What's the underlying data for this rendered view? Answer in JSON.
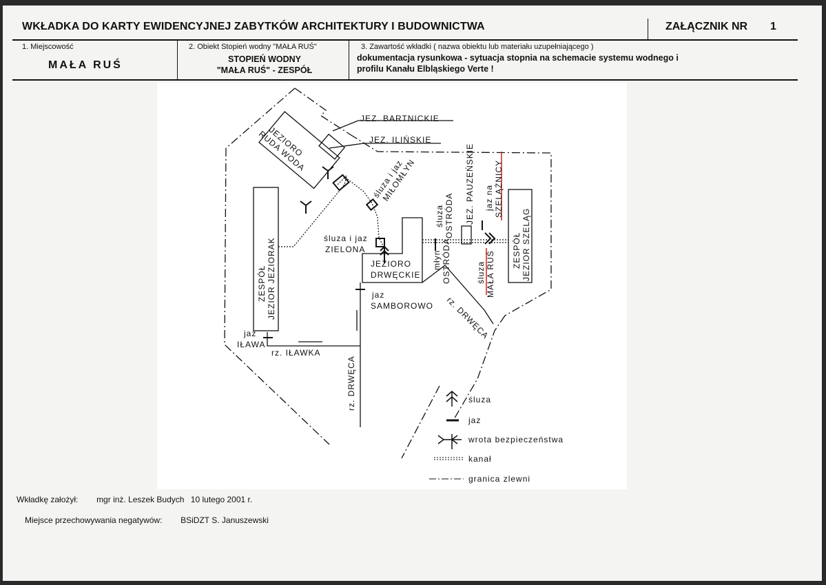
{
  "header": {
    "title": "WKŁADKA DO KARTY EWIDENCYJNEJ ZABYTKÓW ARCHITEKTURY I BUDOWNICTWA",
    "annex_label": "ZAŁĄCZNIK NR",
    "annex_number": "1"
  },
  "fields": {
    "locality_label": "1. Miejscowość",
    "locality_value": "MAŁA RUŚ",
    "object_label": "2. Obiekt Stopień wodny \"MAŁA RUŚ\"",
    "object_value_line1": "STOPIEŃ WODNY",
    "object_value_line2": "\"MAŁA RUŚ\" - ZESPÓŁ",
    "content_label": "3. Zawartość wkładki ( nazwa obiektu lub materiału uzupełniającego )",
    "content_value_line1": "dokumentacja rysunkowa - sytuacja stopnia na schemacie systemu wodnego i",
    "content_value_line2": "profilu Kanału Elbląskiego    Verte !"
  },
  "map": {
    "lake_bartnickie": "JEZ. BARTNICKIE",
    "lake_ilinskie": "JEZ. ILIŃSKIE",
    "lake_ruda_woda_1": "JEZIORO",
    "lake_ruda_woda_2": "RUDA WODA",
    "lock_milomlyn_1": "śluza i jaz",
    "lock_milomlyn_2": "MIŁOMŁYN",
    "lakes_jeziorak_1": "ZESPÓŁ",
    "lakes_jeziorak_2": "JEZIOR JEZIORAK",
    "lock_zielona_1": "śluza i jaz",
    "lock_zielona_2": "ZIELONA",
    "lake_drweckie_1": "JEZIORO",
    "lake_drweckie_2": "DRWĘCKIE",
    "lock_ostroda_1": "śluza",
    "lock_ostroda_2": "OSTRÓDA",
    "lake_pauzenskie": "JEZ. PAUZEŃSKIE",
    "weir_szelaznicy_1": "jaz na",
    "weir_szelaznicy_2": "SZELĄŻNICY",
    "lakes_szelag_1": "ZESPÓŁ",
    "lakes_szelag_2": "JEZIOR SZELĄG",
    "mill_ostroda_1": "młyn",
    "mill_ostroda_2": "OSTRÓDA",
    "lock_mala_rus_1": "śluza",
    "lock_mala_rus_2": "MAŁA RUŚ",
    "weir_samborowo_1": "jaz",
    "weir_samborowo_2": "SAMBOROWO",
    "river_drweca_diag": "rz. DRWĘCA",
    "weir_ilawa_1": "jaz",
    "weir_ilawa_2": "IŁAWA",
    "river_ilawka": "rz. IŁAWKA",
    "river_drweca_vert": "rz. DRWĘCA"
  },
  "legend": {
    "lock": "śluza",
    "weir": "jaz",
    "safety_gate": "wrota bezpieczeństwa",
    "canal": "kanał",
    "catchment_border": "granica zlewni"
  },
  "footer": {
    "author_label": "Wkładkę założył:",
    "author_name": "mgr inż. Leszek Budych",
    "author_date": "10 lutego 2001 r.",
    "storage_label": "Miejsce przechowywania negatywów:",
    "storage_value": "BSiDZT S. Januszewski"
  },
  "colors": {
    "red_underline": "#d22020",
    "ink": "#111111"
  }
}
